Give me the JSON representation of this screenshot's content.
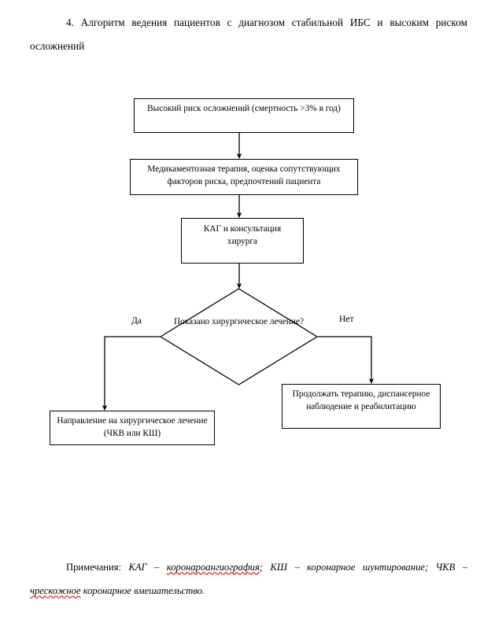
{
  "document": {
    "heading": "4. Алгоритм ведения пациентов с диагнозом стабильной ИБС и высоким риском осложнений"
  },
  "flowchart": {
    "nodes": [
      {
        "id": "risk",
        "type": "process",
        "text": "Высокий риск осложнений (смертность >3% в год)"
      },
      {
        "id": "therapy",
        "type": "process",
        "text": "Медикаментозная терапия, оценка сопутствующих факторов риска, предпочтений пациента"
      },
      {
        "id": "kag",
        "type": "process",
        "text": "КАГ и консультация хирурга"
      },
      {
        "id": "decision",
        "type": "decision",
        "text": "Показано хирургическое лечение?"
      },
      {
        "id": "surgery",
        "type": "process",
        "text": "Направление на хирургическое лечение (ЧКВ или КШ)"
      },
      {
        "id": "continue",
        "type": "process",
        "text": "Продолжать терапию, диспансерное наблюдение и реабилитацию"
      }
    ],
    "branches": {
      "yes_label": "Да",
      "no_label": "Нет"
    },
    "colors": {
      "line": "#000000",
      "box_fill": "#ffffff",
      "text": "#000000",
      "spellcheck_underline": "#e03030"
    }
  },
  "footnote": {
    "prefix": "Примечания:",
    "abbr_1": "КАГ",
    "dash_1": "–",
    "term_1": "коронароангиография",
    "sep_1": ";",
    "abbr_2": "КШ",
    "dash_2": "–",
    "term_2": "коронарное шунтирование",
    "sep_2": ";",
    "abbr_3": "ЧКВ",
    "dash_3": "–",
    "term_3a": "чрескожное",
    "term_3b": "коронарное вмешательство."
  }
}
